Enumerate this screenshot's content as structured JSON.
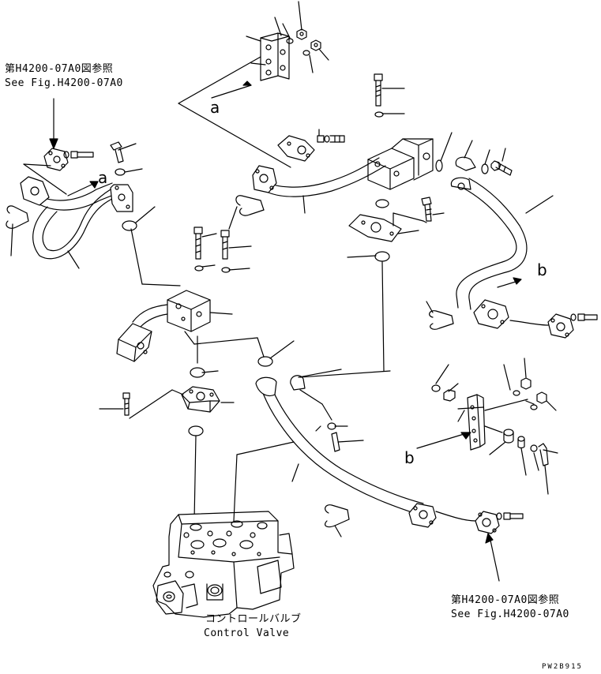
{
  "refs": {
    "top_left": {
      "jp": "第H4200-07A0図参照",
      "en": "See Fig.H4200-07A0"
    },
    "bottom_right": {
      "jp": "第H4200-07A0図参照",
      "en": "See Fig.H4200-07A0"
    }
  },
  "control_valve": {
    "jp": "コントロールバルブ",
    "en": "Control Valve"
  },
  "view_markers": [
    "a",
    "a",
    "b",
    "b"
  ],
  "drawing_code": "PW2B915"
}
